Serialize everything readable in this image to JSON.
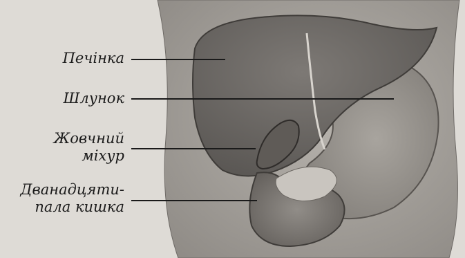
{
  "figure": {
    "labels": {
      "liver": "Печінка",
      "stomach": "Шлунок",
      "gallbladder_line1": "Жовчний",
      "gallbladder_line2": "міхур",
      "duodenum_line1": "Дванадцяти-",
      "duodenum_line2": "пала кишка"
    }
  }
}
